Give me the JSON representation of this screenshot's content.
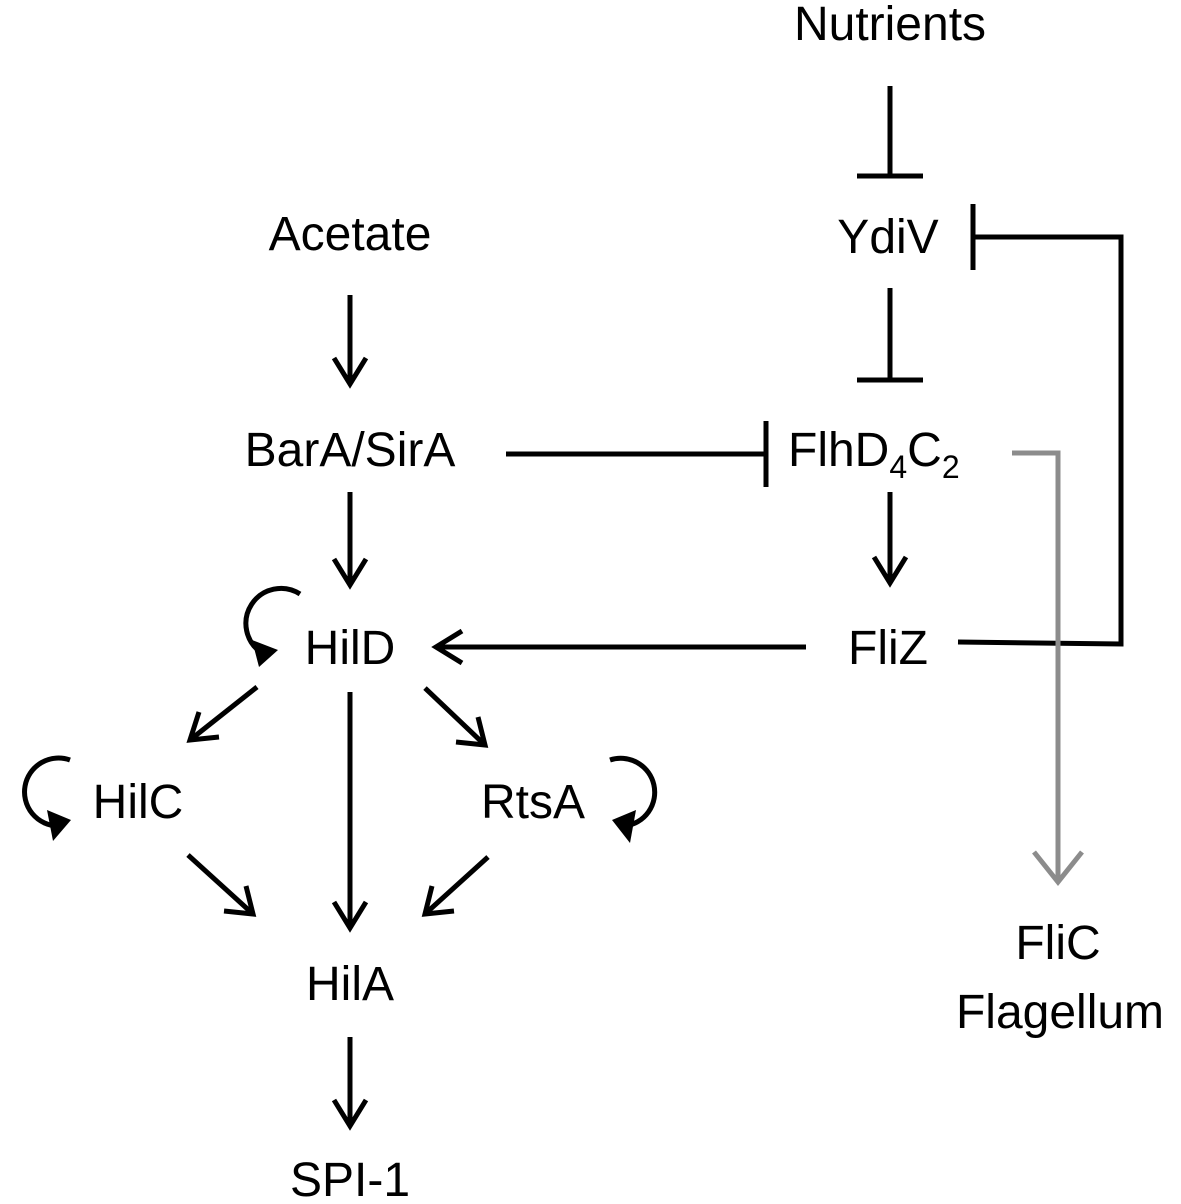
{
  "nodes": {
    "nutrients": "Nutrients",
    "acetate": "Acetate",
    "ydiv": "YdiV",
    "barA_sirA": "BarA/SirA",
    "flhDC": {
      "base": "FlhD",
      "sub1": "4",
      "mid": "C",
      "sub2": "2"
    },
    "hild": "HilD",
    "fliz": "FliZ",
    "hilc": "HilC",
    "rtsa": "RtsA",
    "hila": "HilA",
    "spi1": "SPI-1",
    "flic": "FliC",
    "flagellum": "Flagellum"
  },
  "colors": {
    "ink": "#000000",
    "flagellar_path": "#8c8c8c"
  },
  "edges": [
    {
      "from": "Nutrients",
      "to": "YdiV",
      "type": "inhibition"
    },
    {
      "from": "YdiV",
      "to": "FlhD4C2",
      "type": "inhibition"
    },
    {
      "from": "FliZ",
      "to": "YdiV",
      "type": "inhibition"
    },
    {
      "from": "BarA/SirA",
      "to": "FlhD4C2",
      "type": "inhibition"
    },
    {
      "from": "Acetate",
      "to": "BarA/SirA",
      "type": "activation"
    },
    {
      "from": "BarA/SirA",
      "to": "HilD",
      "type": "activation"
    },
    {
      "from": "FlhD4C2",
      "to": "FliZ",
      "type": "activation"
    },
    {
      "from": "FliZ",
      "to": "HilD",
      "type": "activation"
    },
    {
      "from": "FlhD4C2",
      "to": "FliC Flagellum",
      "type": "activation"
    },
    {
      "from": "HilD",
      "to": "HilD",
      "type": "autoregulation"
    },
    {
      "from": "HilC",
      "to": "HilC",
      "type": "autoregulation"
    },
    {
      "from": "RtsA",
      "to": "RtsA",
      "type": "autoregulation"
    },
    {
      "from": "HilD",
      "to": "HilC",
      "type": "activation"
    },
    {
      "from": "HilD",
      "to": "RtsA",
      "type": "activation"
    },
    {
      "from": "HilD",
      "to": "HilA",
      "type": "activation"
    },
    {
      "from": "HilC",
      "to": "HilA",
      "type": "activation"
    },
    {
      "from": "RtsA",
      "to": "HilA",
      "type": "activation"
    },
    {
      "from": "HilA",
      "to": "SPI-1",
      "type": "activation"
    }
  ]
}
